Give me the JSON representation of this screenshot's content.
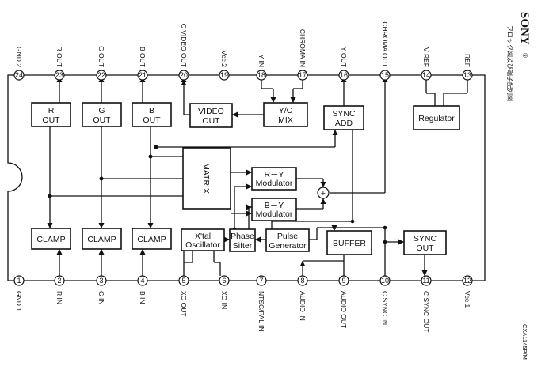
{
  "brand": "SONY",
  "brand_suffix": "®",
  "diagram_note": "ブロック図及び端子配列図",
  "part_number": "CXA1145P/M",
  "top_pins": [
    {
      "num": "24",
      "label": "GND 2"
    },
    {
      "num": "23",
      "label": "R OUT"
    },
    {
      "num": "22",
      "label": "G OUT"
    },
    {
      "num": "21",
      "label": "B OUT"
    },
    {
      "num": "20",
      "label": "C VIDEO OUT"
    },
    {
      "num": "19",
      "label": "Vcc 2"
    },
    {
      "num": "18",
      "label": "Y IN"
    },
    {
      "num": "17",
      "label": "CHROMA IN"
    },
    {
      "num": "16",
      "label": "Y OUT"
    },
    {
      "num": "15",
      "label": "CHROMA OUT"
    },
    {
      "num": "14",
      "label": "V REF"
    },
    {
      "num": "13",
      "label": "I REF"
    }
  ],
  "bottom_pins": [
    {
      "num": "1",
      "label": "GND 1"
    },
    {
      "num": "2",
      "label": "R IN"
    },
    {
      "num": "3",
      "label": "G IN"
    },
    {
      "num": "4",
      "label": "B IN"
    },
    {
      "num": "5",
      "label": "XO OUT"
    },
    {
      "num": "6",
      "label": "XO IN"
    },
    {
      "num": "7",
      "label": "NTSC/PAL IN"
    },
    {
      "num": "8",
      "label": "AUDIO IN"
    },
    {
      "num": "9",
      "label": "AUDIO OUT"
    },
    {
      "num": "10",
      "label": "C SYNC IN"
    },
    {
      "num": "11",
      "label": "C SYNC OUT"
    },
    {
      "num": "12",
      "label": "Vcc 1"
    }
  ],
  "blocks": {
    "r_out": [
      "R",
      "OUT"
    ],
    "g_out": [
      "G",
      "OUT"
    ],
    "b_out": [
      "B",
      "OUT"
    ],
    "video_out": [
      "VIDEO",
      "OUT"
    ],
    "yc_mix": [
      "Y/C",
      "MIX"
    ],
    "sync_add": [
      "SYNC",
      "ADD"
    ],
    "regulator": [
      "Regulator"
    ],
    "matrix": "MATRIX",
    "ry_mod": [
      "R－Y",
      "Modulator"
    ],
    "by_mod": [
      "B－Y",
      "Modulator"
    ],
    "clamp_r": [
      "CLAMP"
    ],
    "clamp_g": [
      "CLAMP"
    ],
    "clamp_b": [
      "CLAMP"
    ],
    "xtal": [
      "X'tal",
      "Oscillator"
    ],
    "phase": [
      "Phase",
      "Sifter"
    ],
    "pulse": [
      "Pulse",
      "Generator"
    ],
    "buffer": [
      "BUFFER"
    ],
    "sync_out": [
      "SYNC",
      "OUT"
    ]
  },
  "adder_symbol": "+"
}
